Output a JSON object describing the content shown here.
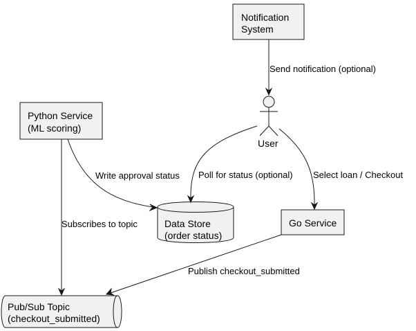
{
  "nodes": {
    "notification": {
      "line1": "Notification",
      "line2": "System"
    },
    "user": {
      "label": "User"
    },
    "python": {
      "line1": "Python Service",
      "line2": "(ML scoring)"
    },
    "datastore": {
      "line1": "Data Store",
      "line2": "(order status)"
    },
    "go": {
      "label": "Go Service"
    },
    "pubsub": {
      "line1": "Pub/Sub Topic",
      "line2": "(checkout_submitted)"
    }
  },
  "edges": {
    "send_notification": "Send notification (optional)",
    "write_approval": "Write approval status",
    "poll_status": "Poll for status (optional)",
    "select_loan": "Select loan / Checkout",
    "subscribes": "Subscribes to topic",
    "publish": "Publish checkout_submitted"
  },
  "colors": {
    "node_fill": "#f1f1f1",
    "stroke": "#181818",
    "text": "#000000"
  }
}
